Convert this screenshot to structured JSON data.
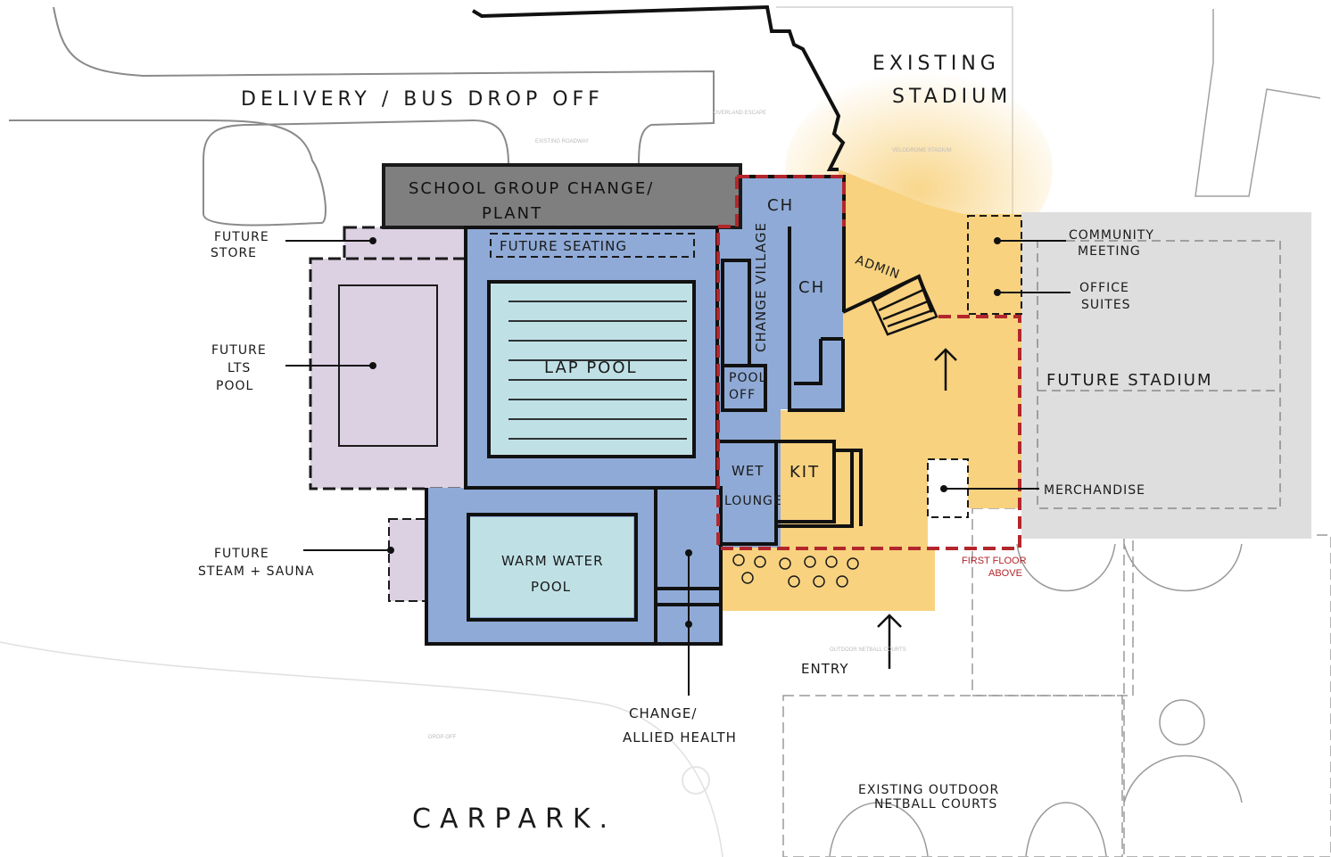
{
  "colors": {
    "aquatic_blue": "#8faad6",
    "pool_water": "#bfe1e6",
    "future_purple": "#dcd0e3",
    "foyer_orange": "#f8d27f",
    "stadium_grey": "#dedede",
    "plant_grey": "#7f7f7f",
    "first_floor_red": "#b3262b",
    "context_line": "#8a8a8a"
  },
  "labels": {
    "existing_stadium_1": "EXISTING",
    "existing_stadium_2": "STADIUM",
    "delivery": "DELIVERY / BUS DROP OFF",
    "school_group_1": "SCHOOL GROUP CHANGE/",
    "school_group_2": "PLANT",
    "future_seating": "FUTURE SEATING",
    "ch_top": "CH",
    "ch_mid": "CH",
    "change_village": "CHANGE VILLAGE",
    "admin": "ADMIN",
    "lap_pool": "LAP POOL",
    "pool_off_1": "POOL",
    "pool_off_2": "OFF",
    "wet_lounge_1": "WET",
    "wet_lounge_2": "LOUNGE",
    "kit": "KIT",
    "warm_water_1": "WARM WATER",
    "warm_water_2": "POOL",
    "future_store_1": "FUTURE",
    "future_store_2": "STORE",
    "future_lts_1": "FUTURE",
    "future_lts_2": "LTS",
    "future_lts_3": "POOL",
    "future_steam_1": "FUTURE",
    "future_steam_2": "STEAM + SAUNA",
    "community_1": "COMMUNITY",
    "community_2": "MEETING",
    "office_1": "OFFICE",
    "office_2": "SUITES",
    "future_stadium": "FUTURE STADIUM",
    "merchandise": "MERCHANDISE",
    "first_floor_1": "FIRST FLOOR",
    "first_floor_2": "ABOVE",
    "entry": "ENTRY",
    "change_allied_1": "CHANGE/",
    "change_allied_2": "ALLIED HEALTH",
    "outdoor_netball_1": "EXISTING OUTDOOR",
    "outdoor_netball_2": "NETBALL COURTS",
    "carpark": "CARPARK."
  }
}
